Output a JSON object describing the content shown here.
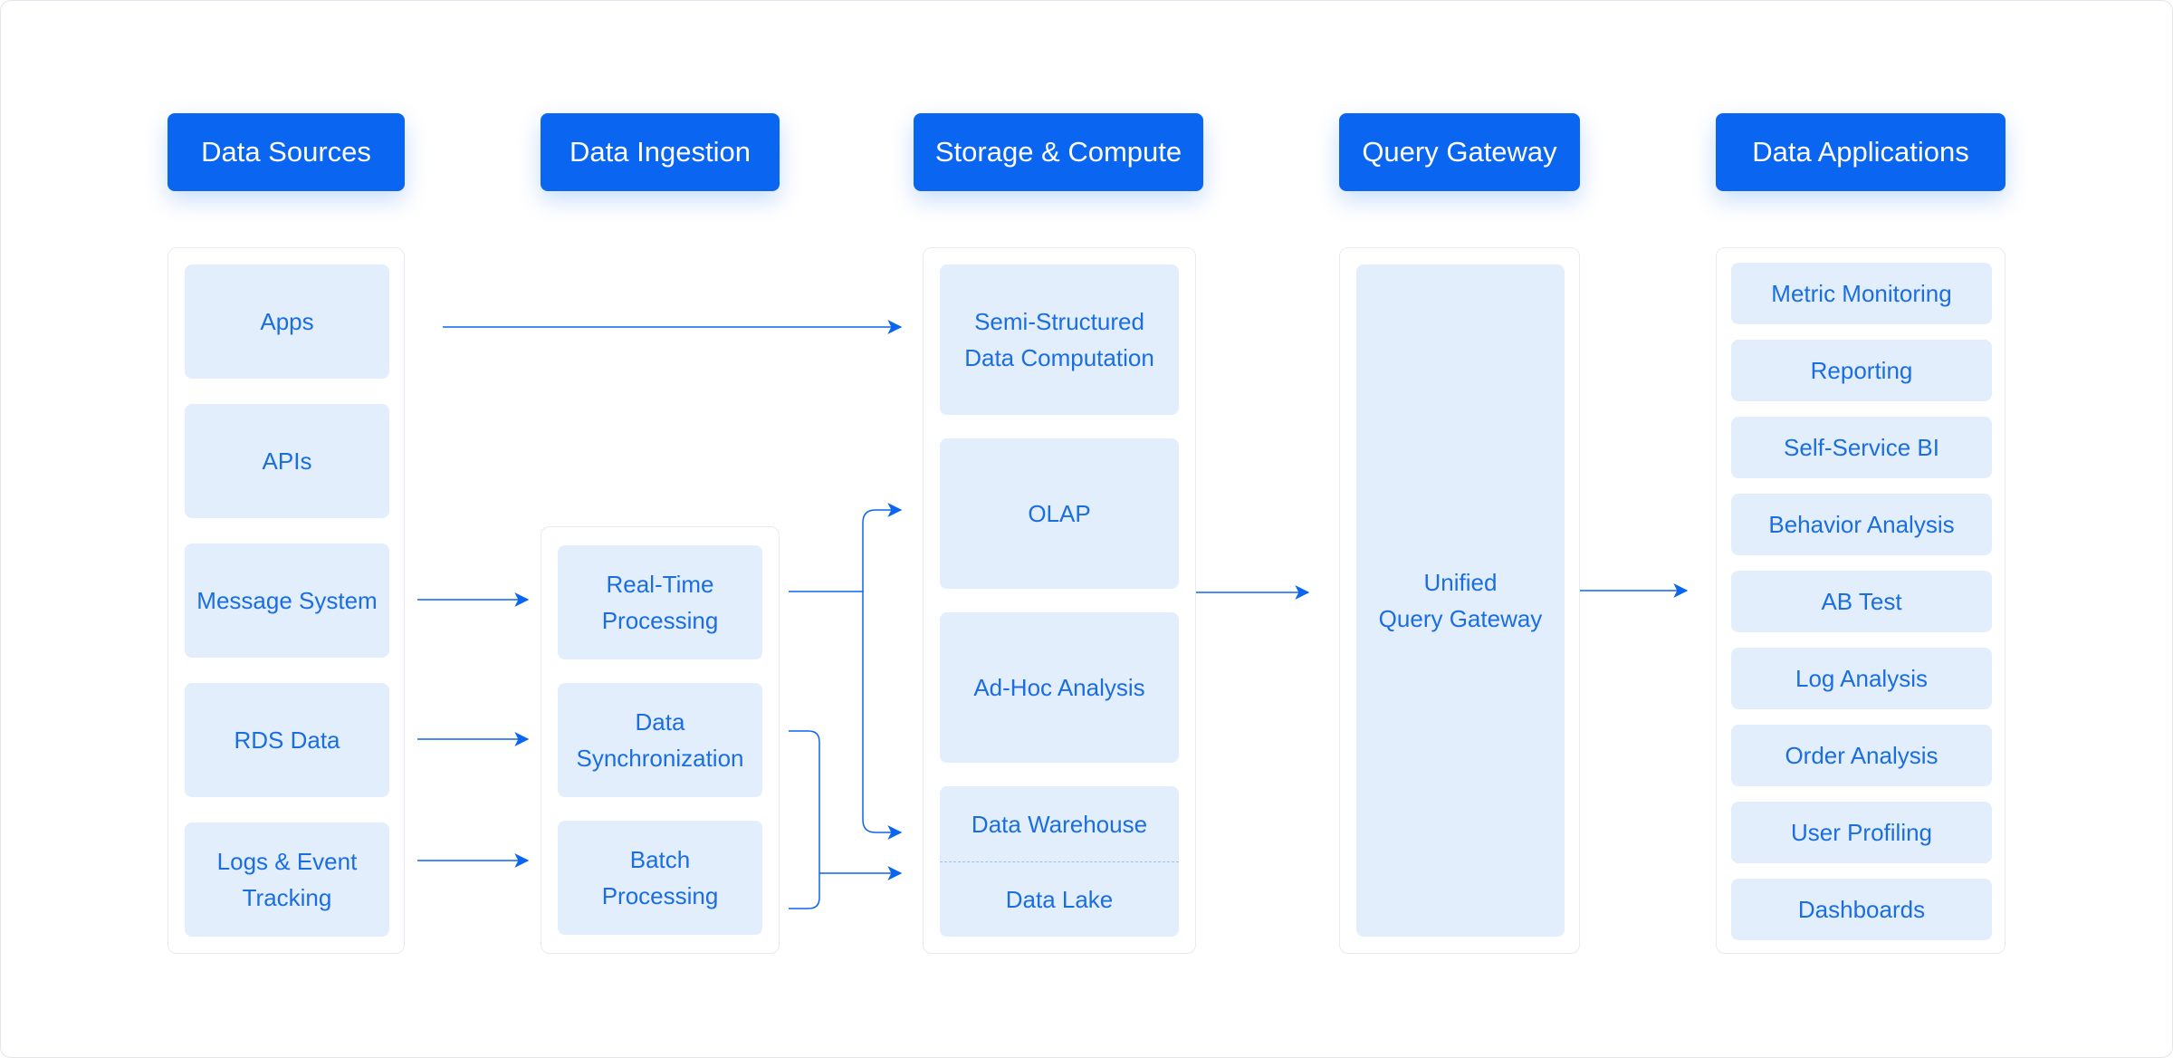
{
  "headers": {
    "sources": "Data Sources",
    "ingestion": "Data Ingestion",
    "storage": "Storage & Compute",
    "gateway": "Query Gateway",
    "apps": "Data Applications"
  },
  "sources": [
    "Apps",
    "APIs",
    "Message System",
    "RDS Data",
    "Logs & Event\nTracking"
  ],
  "ingestion": [
    "Real-Time\nProcessing",
    "Data\nSynchronization",
    "Batch\nProcessing"
  ],
  "storage": {
    "semi": "Semi-Structured\nData Computation",
    "olap": "OLAP",
    "adhoc": "Ad-Hoc Analysis",
    "warehouse": "Data Warehouse",
    "lake": "Data Lake"
  },
  "gateway": "Unified\nQuery Gateway",
  "applications": [
    "Metric Monitoring",
    "Reporting",
    "Self-Service BI",
    "Behavior Analysis",
    "AB Test",
    "Log Analysis",
    "Order Analysis",
    "User Profiling",
    "Dashboards"
  ],
  "colors": {
    "accent": "#0a66f0",
    "box_fill": "#e3eefc",
    "box_text": "#1a6ee0"
  }
}
